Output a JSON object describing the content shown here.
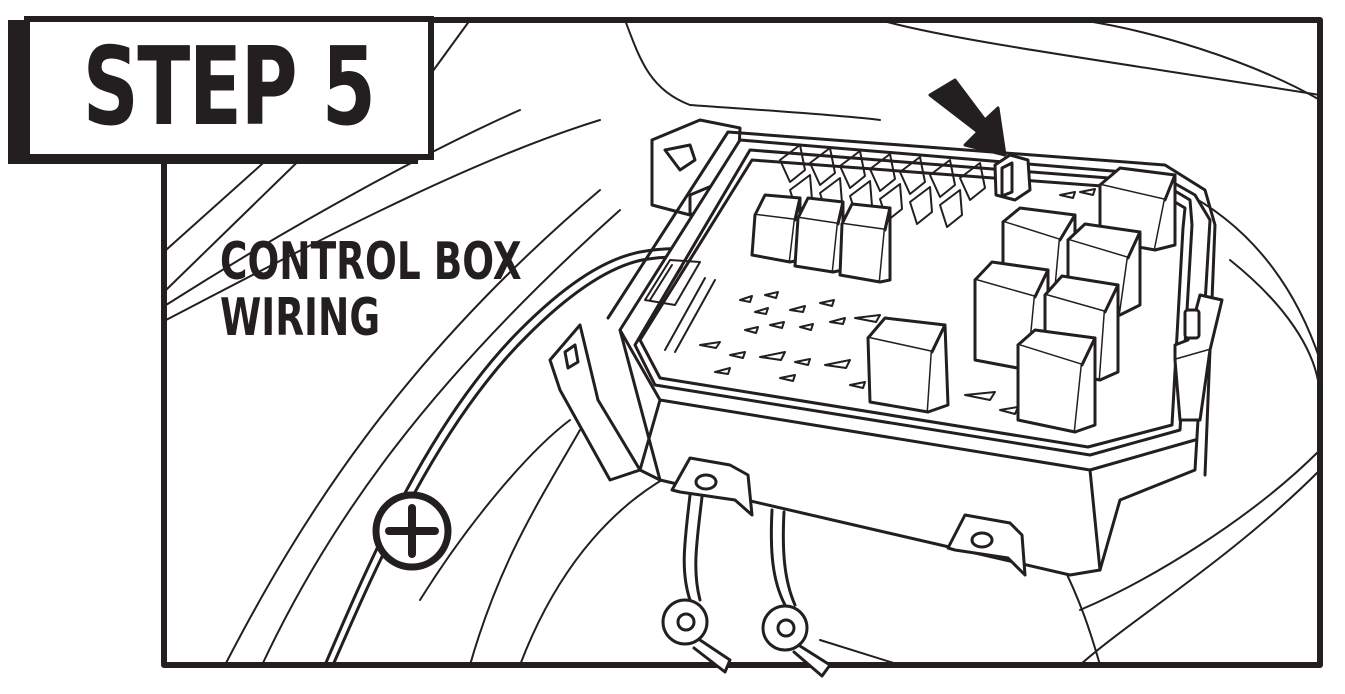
{
  "header": {
    "step_label": "STEP 5"
  },
  "caption": {
    "line1": "CONTROL BOX",
    "line2": "WIRING"
  },
  "colors": {
    "ink": "#231f20",
    "paper": "#ffffff"
  },
  "icons": {
    "arrow": "arrow-pointing-down-right",
    "positive_terminal": "plus-circle",
    "battery_terminal": "plus-square"
  }
}
